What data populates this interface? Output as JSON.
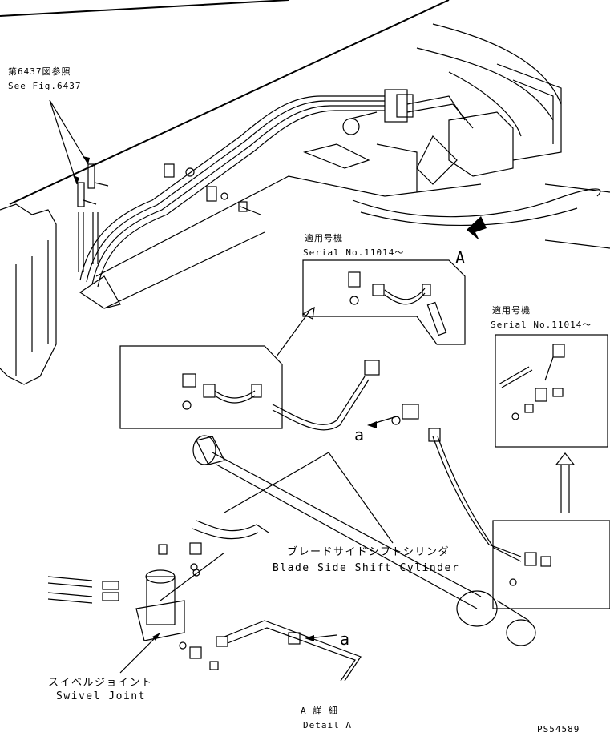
{
  "labels": {
    "ref_jp": "第6437図参照",
    "ref_en": "See Fig.6437",
    "serial_top_jp": "適用号機",
    "serial_top_en": "Serial No.11014〜",
    "serial_right_jp": "適用号機",
    "serial_right_en": "Serial No.11014〜",
    "arrow_a": "A",
    "detail_a_left": "a",
    "detail_a_right": "a",
    "cylinder_jp": "ブレードサイドシフトシリンダ",
    "cylinder_en": "Blade Side Shift Cylinder",
    "swivel_jp": "スイベルジョイント",
    "swivel_en": "Swivel Joint",
    "detail_jp": "A 詳 細",
    "detail_en": "Detail A",
    "figure_id": "PS54589"
  }
}
